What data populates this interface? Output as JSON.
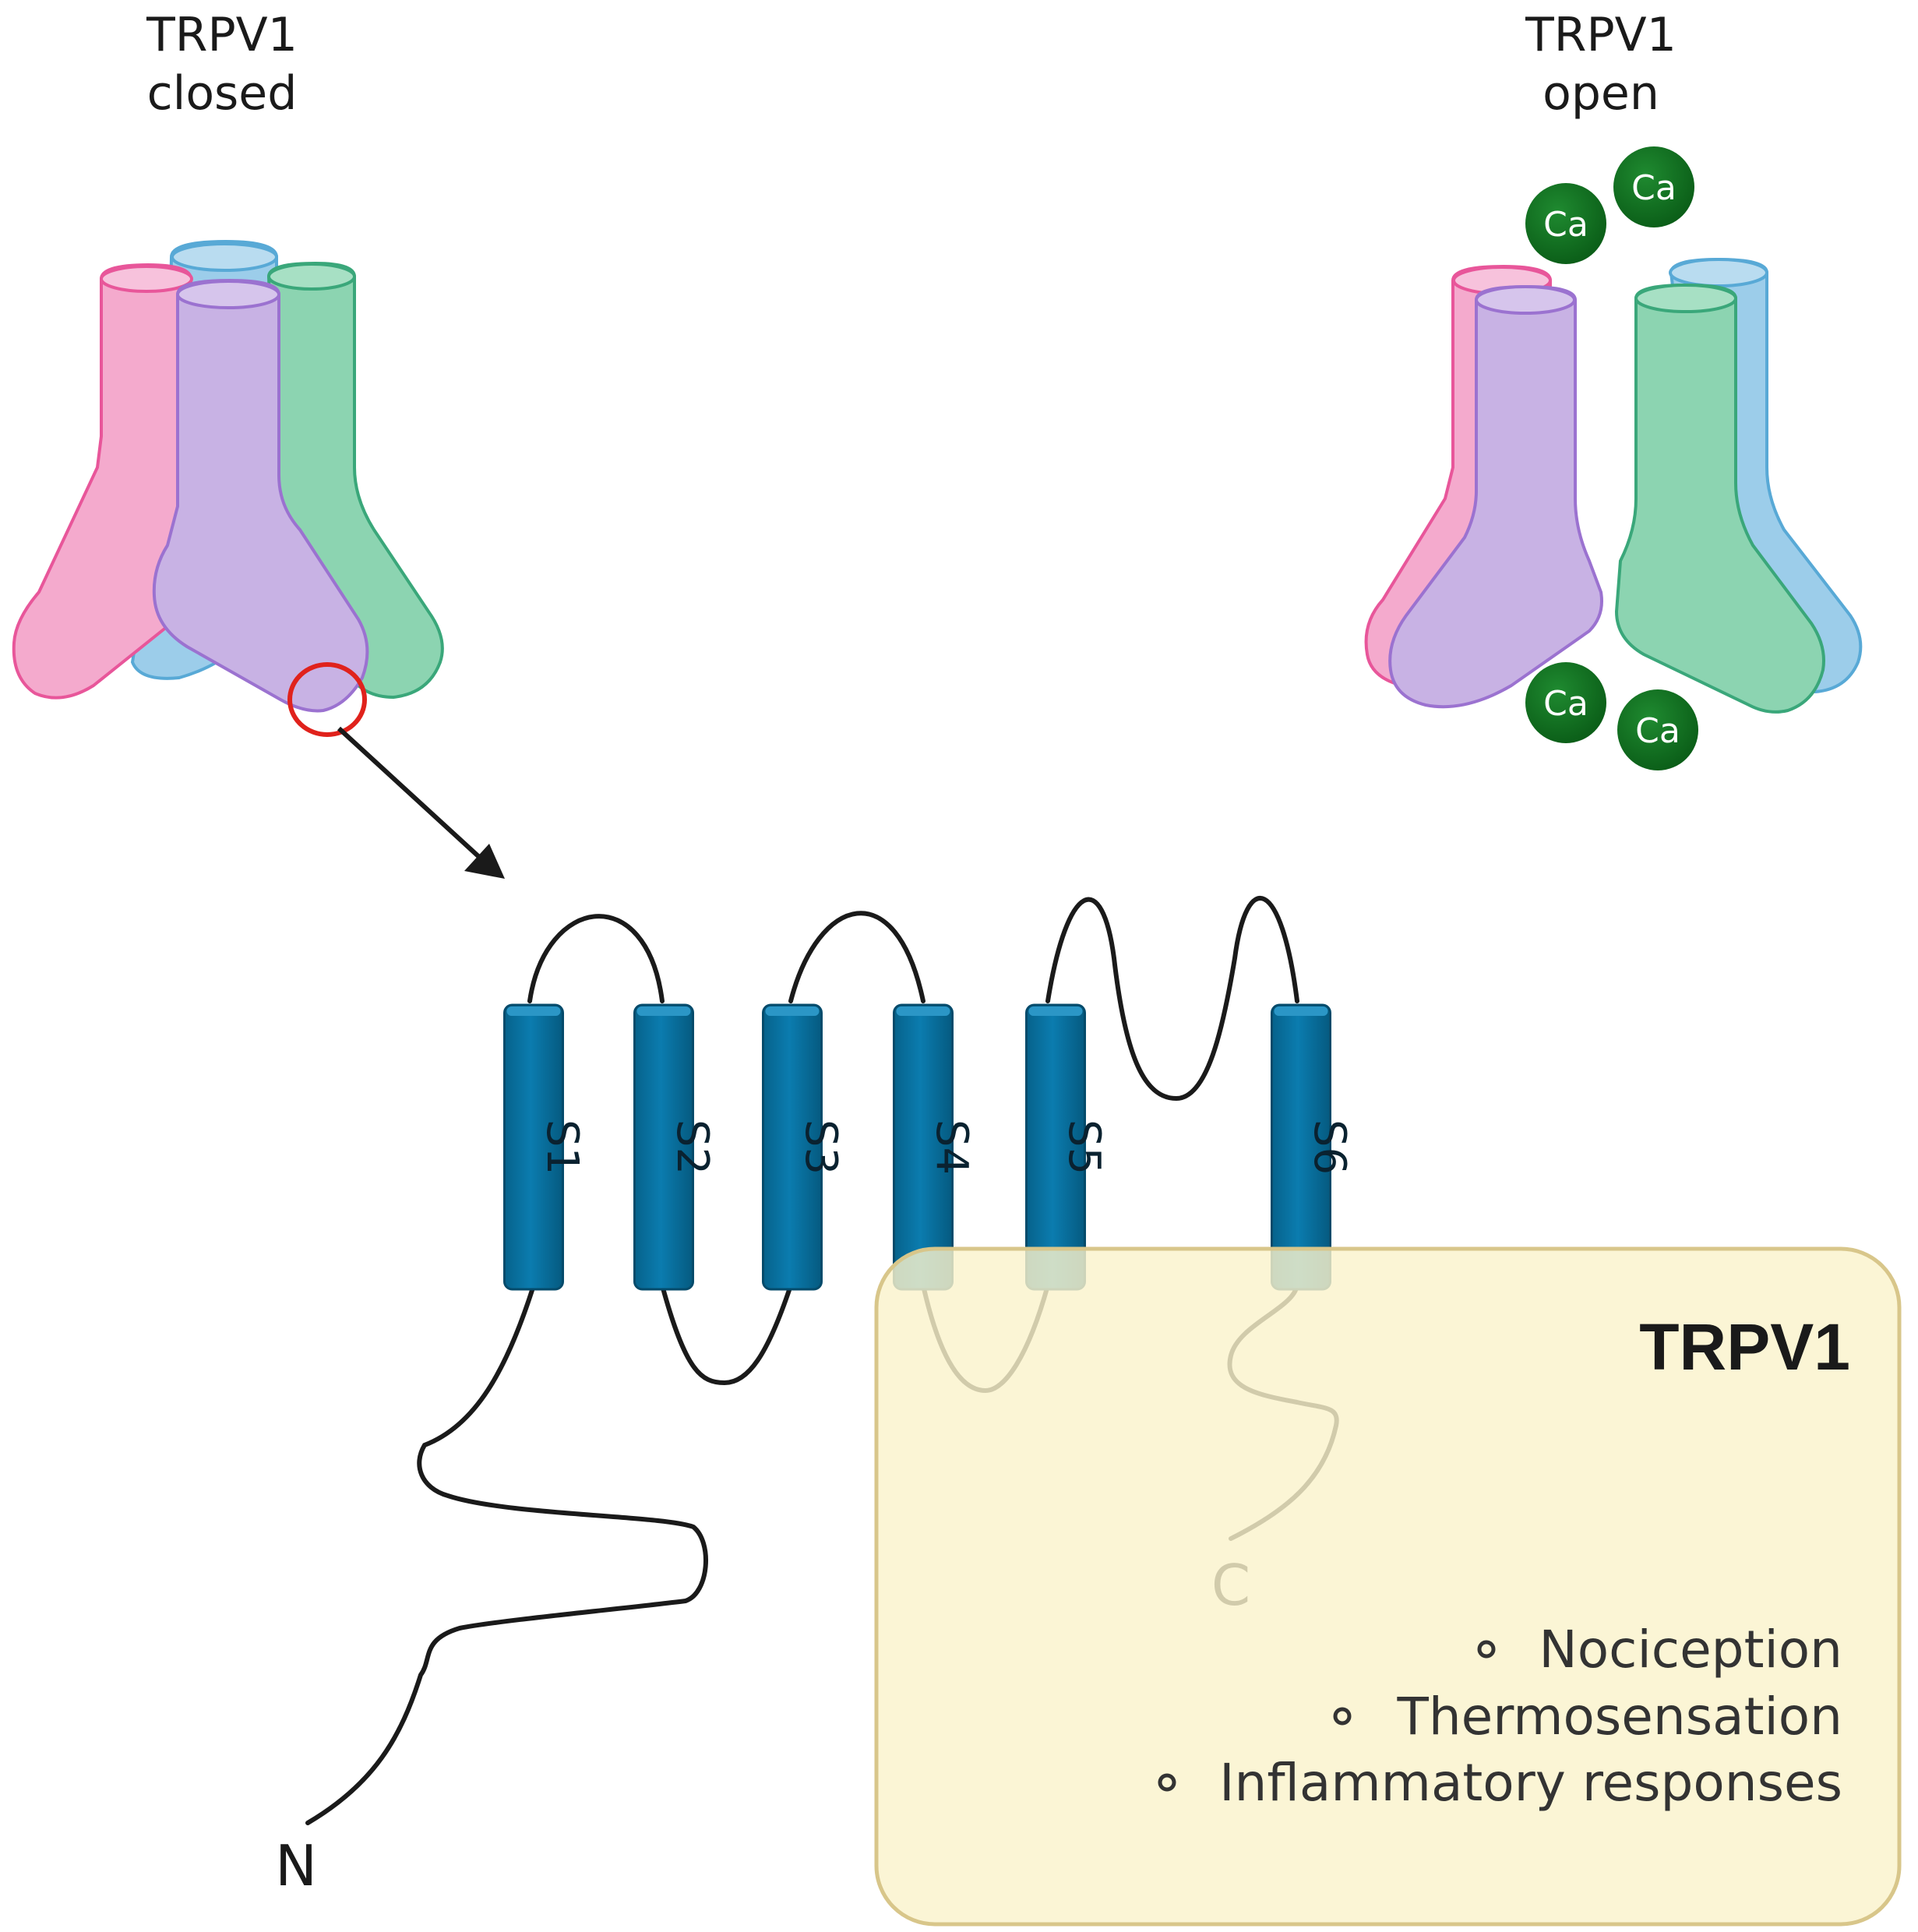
{
  "closed_channel": {
    "title_line1": "TRPV1",
    "title_line2": "closed"
  },
  "open_channel": {
    "title_line1": "TRPV1",
    "title_line2": "open",
    "ion_label": "Ca"
  },
  "topology": {
    "segments": [
      "S1",
      "S2",
      "S3",
      "S4",
      "S5",
      "S6"
    ],
    "n_terminus": "N",
    "c_terminus": "C"
  },
  "info_box": {
    "title": "TRPV1",
    "functions": [
      "Nociception",
      "Thermosensation",
      "Inflammatory responses"
    ]
  },
  "colors": {
    "helix": "#0a77a6",
    "subunit_pink": "#f4a9cc",
    "subunit_purple": "#c7b1e3",
    "subunit_green": "#8ad3b0",
    "subunit_blue": "#9ccdea",
    "calcium": "#0d6e1d",
    "info_box_fill": "#faf3cc",
    "highlight_circle": "#e0221c"
  }
}
